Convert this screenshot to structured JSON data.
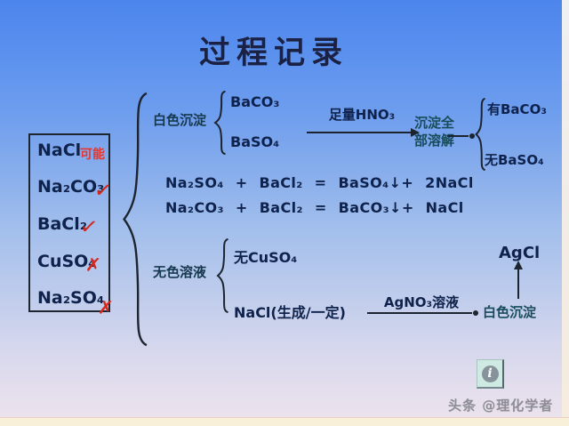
{
  "slide": {
    "title": "过程记录",
    "panel": {
      "items": [
        {
          "formula": "NaCl",
          "mark": "可能"
        },
        {
          "formula": "Na₂CO₃",
          "mark": "✓"
        },
        {
          "formula": "BaCl₂",
          "mark": "✓"
        },
        {
          "formula": "CuSO₄",
          "mark": "✗"
        },
        {
          "formula": "Na₂SO₄",
          "mark": "✗"
        }
      ]
    },
    "flow_top": {
      "branch_label": "白色沉淀",
      "precipitates": [
        "BaCO₃",
        "BaSO₄"
      ],
      "reagent": "足量HNO₃",
      "result_line1": "沉淀全",
      "result_line2": "部溶解",
      "outcomes": [
        "有BaCO₃",
        "无BaSO₄"
      ]
    },
    "equations": [
      "Na₂SO₄ + BaCl₂ = BaSO₄↓+ 2NaCl",
      "Na₂CO₃ + BaCl₂ = BaCO₃↓+ NaCl"
    ],
    "flow_bottom": {
      "branch_label": "无色溶液",
      "items": [
        "无CuSO₄",
        "NaCl(生成/一定)"
      ],
      "reagent": "AgNO₃溶液",
      "result": "白色沉淀",
      "product": "AgCl"
    },
    "footer": {
      "info_symbol": "i",
      "watermark": "头条 @理化学者"
    },
    "colors": {
      "background_top": "#4c85ec",
      "background_bottom": "#ece3ec",
      "frame_cream": "#f9f0da",
      "text_navy": "#0f224c",
      "text_teal": "#174b5a",
      "accent_red": "#d7261b",
      "info_button_bg": "#cfe9e3"
    }
  }
}
